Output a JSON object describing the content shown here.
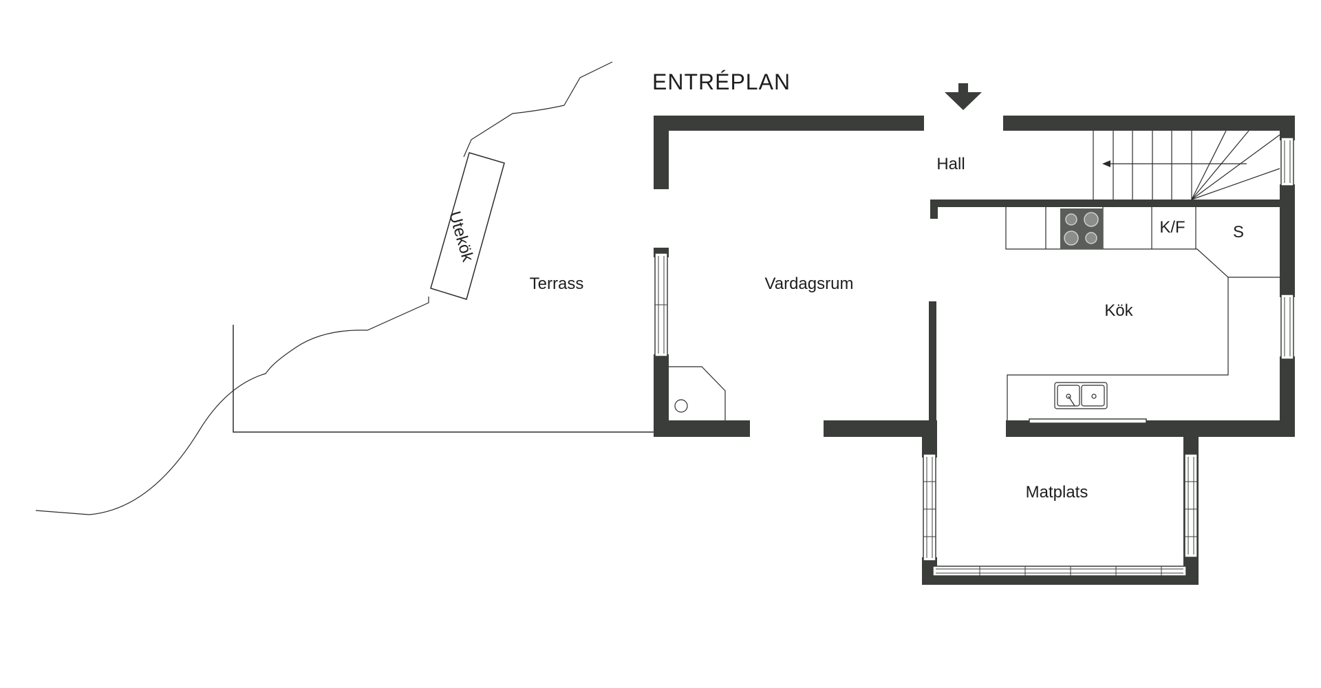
{
  "plan": {
    "title": "ENTRÉPLAN",
    "rooms": {
      "terrace": "Terrass",
      "living_room": "Vardagsrum",
      "hall": "Hall",
      "kitchen": "Kök",
      "dining": "Matplats",
      "outdoor_kitchen": "Utekök",
      "fridge_freezer": "K/F",
      "closet": "S"
    },
    "icons": {
      "entrance_arrow": "entrance-arrow-icon",
      "stove": "stove-icon",
      "sink": "sink-icon",
      "staircase": "staircase-icon",
      "fireplace": "fireplace-icon"
    },
    "colors": {
      "wall": "#3a3d3a",
      "line": "#2b2b2b",
      "text": "#1e1e1e",
      "background": "#ffffff"
    }
  }
}
